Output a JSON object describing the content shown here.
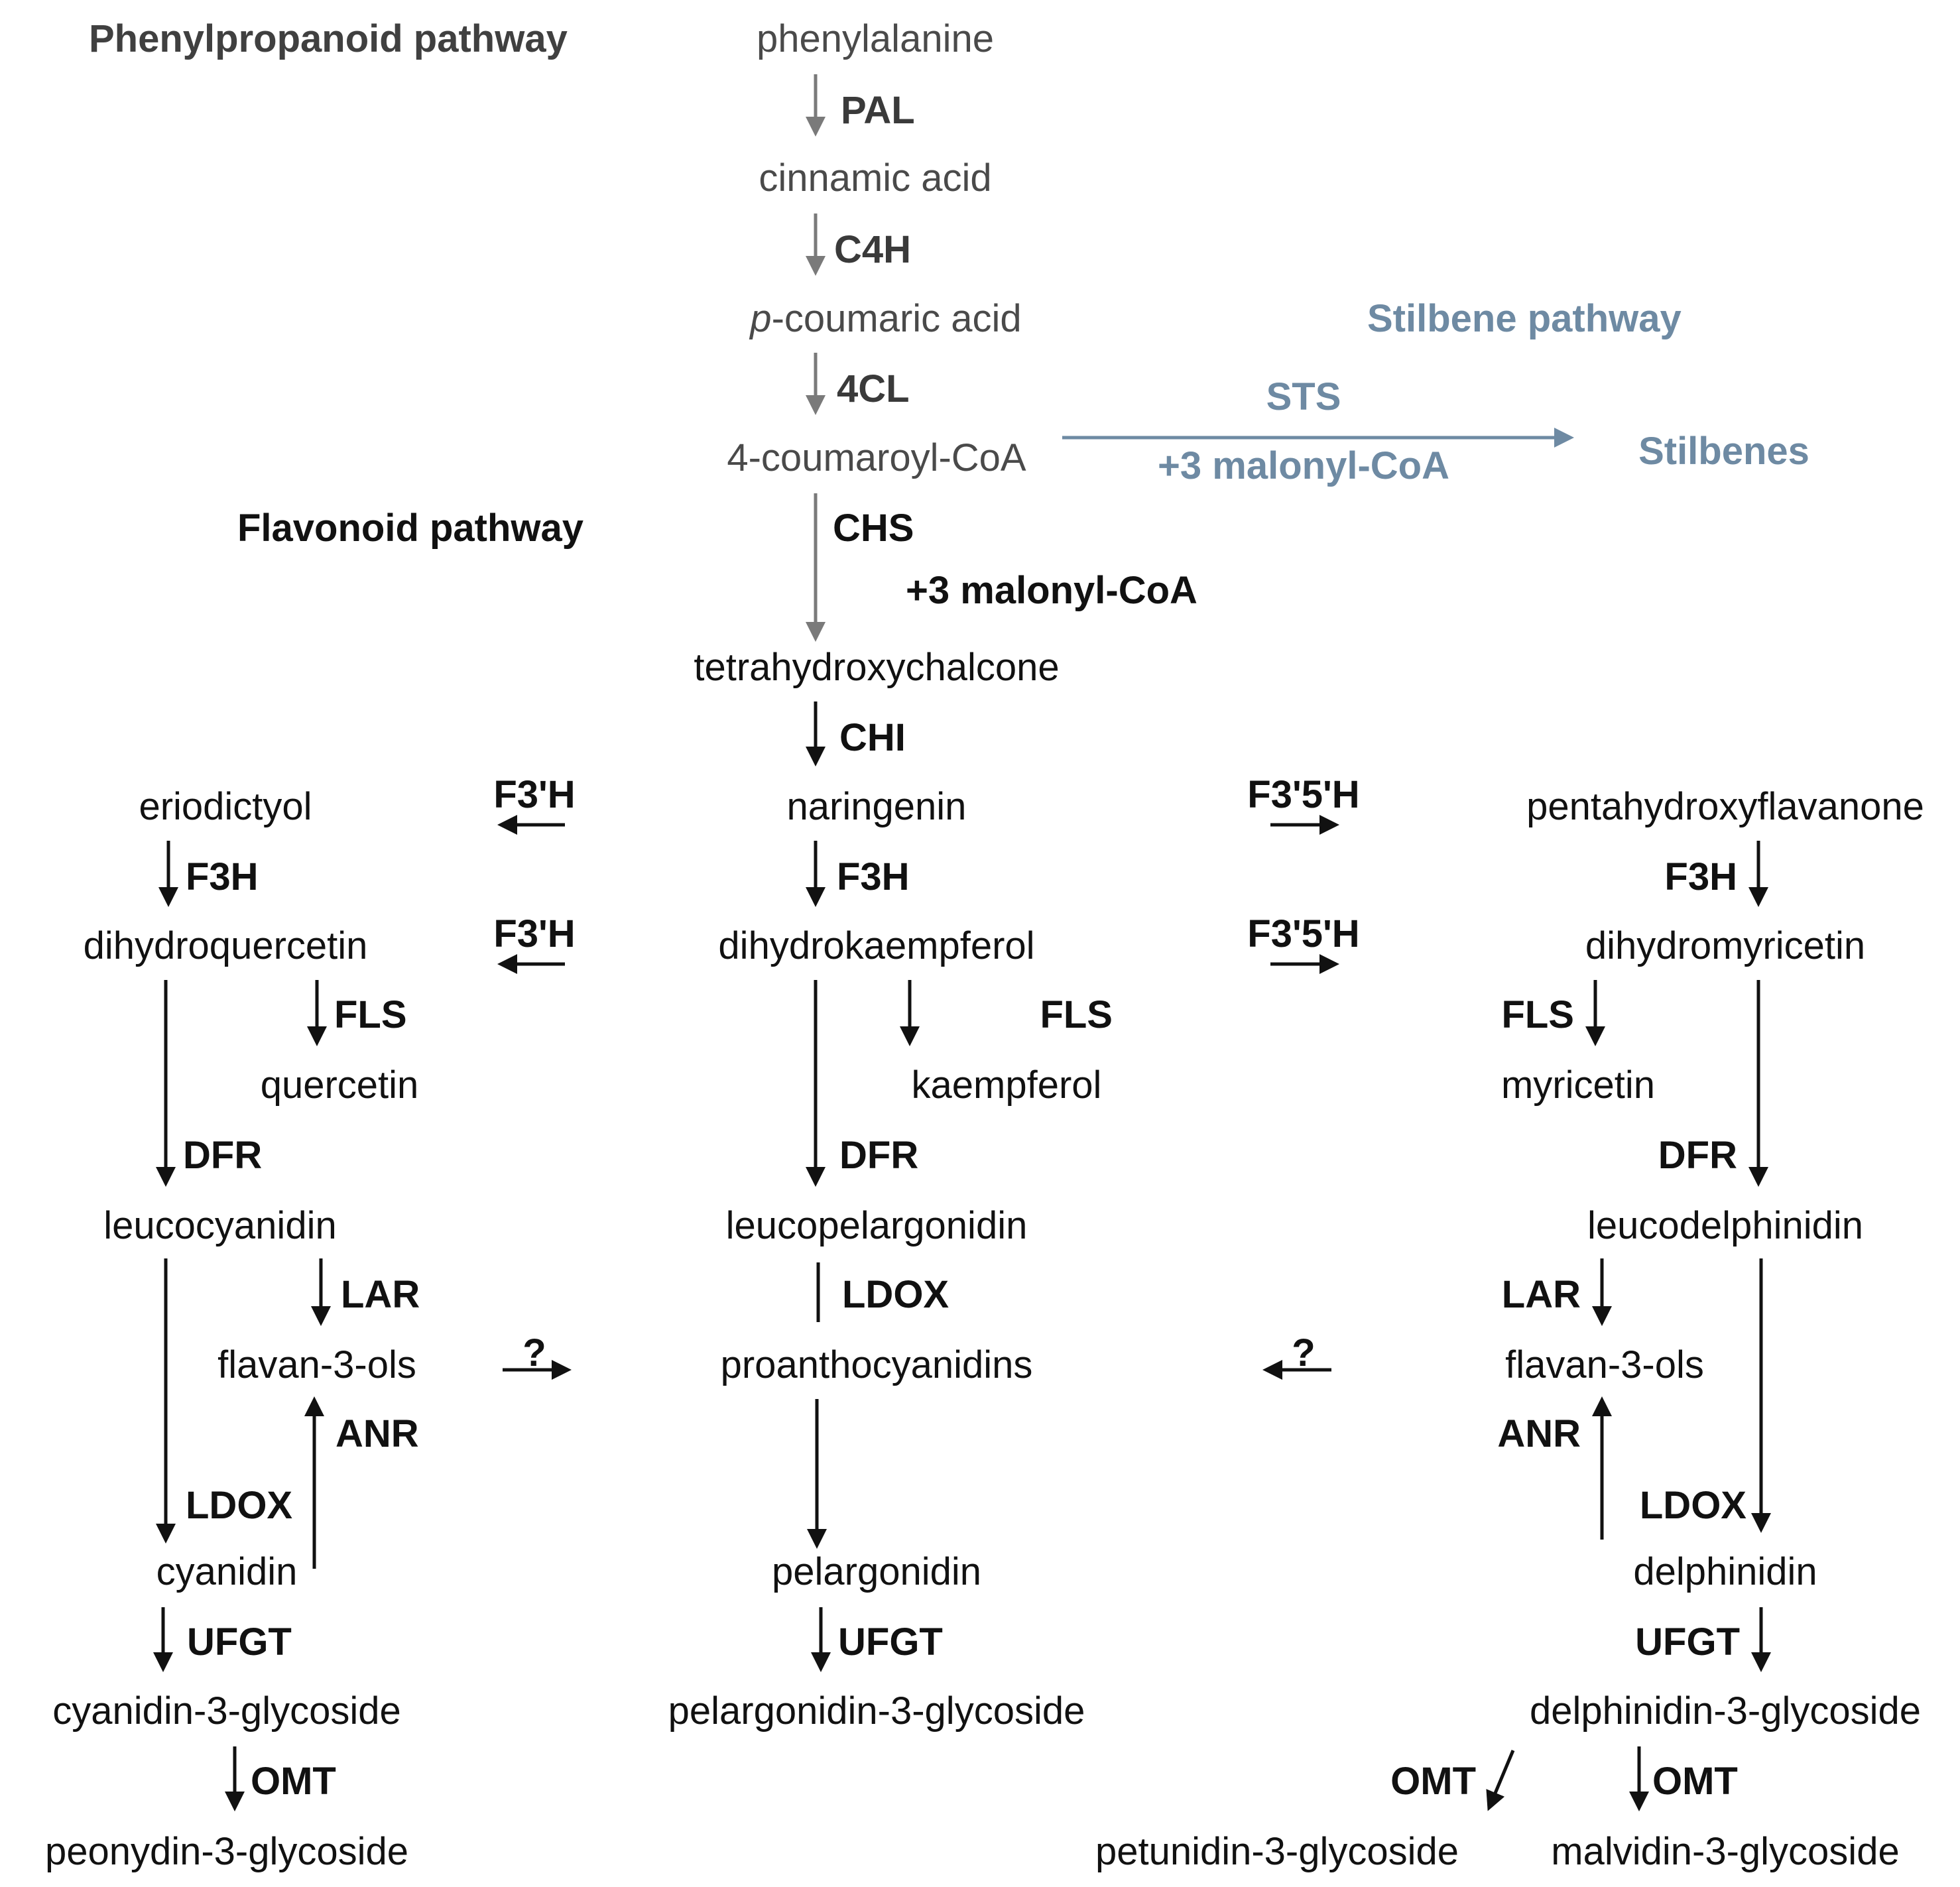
{
  "headings": {
    "phenylpropanoid": "Phenylpropanoid pathway",
    "flavonoid": "Flavonoid pathway",
    "stilbene": "Stilbene pathway"
  },
  "compounds": {
    "phenylalanine": "phenylalanine",
    "cinnamic_acid": "cinnamic acid",
    "p_coumaric_prefix": "p",
    "p_coumaric_rest": "-coumaric acid",
    "coumaroyl_coa": "4-coumaroyl-CoA",
    "stilbenes": "Stilbenes",
    "tetrahydroxychalcone": "tetrahydroxychalcone",
    "naringenin": "naringenin",
    "eriodictyol": "eriodictyol",
    "pentahydroxyflavanone": "pentahydroxyflavanone",
    "dihydroquercetin": "dihydroquercetin",
    "dihydrokaempferol": "dihydrokaempferol",
    "dihydromyricetin": "dihydromyricetin",
    "quercetin": "quercetin",
    "kaempferol": "kaempferol",
    "myricetin": "myricetin",
    "leucocyanidin": "leucocyanidin",
    "leucopelargonidin": "leucopelargonidin",
    "leucodelphinidin": "leucodelphinidin",
    "flavan_left": "flavan-3-ols",
    "proanthocyanidins": "proanthocyanidins",
    "flavan_right": "flavan-3-ols",
    "cyanidin": "cyanidin",
    "pelargonidin": "pelargonidin",
    "delphinidin": "delphinidin",
    "cyanidin_3g": "cyanidin-3-glycoside",
    "pelargonidin_3g": "pelargonidin-3-glycoside",
    "delphinidin_3g": "delphinidin-3-glycoside",
    "peonidin_3g": "peonydin-3-glycoside",
    "petunidin_3g": "petunidin-3-glycoside",
    "malvidin_3g": "malvidin-3-glycoside"
  },
  "enzymes": {
    "pal": "PAL",
    "c4h": "C4H",
    "cl4": "4CL",
    "sts": "STS",
    "sts_malonyl": "+3 malonyl-CoA",
    "chs": "CHS",
    "chs_malonyl": "+3 malonyl-CoA",
    "chi": "CHI",
    "f3h_left": "F3H",
    "f3h_center": "F3H",
    "f3h_right": "F3H",
    "f3ph_top": "F3'H",
    "f3ph_bottom": "F3'H",
    "f35h_top": "F3'5'H",
    "f35h_bottom": "F3'5'H",
    "fls_left": "FLS",
    "fls_center": "FLS",
    "fls_right": "FLS",
    "dfr_left": "DFR",
    "dfr_center": "DFR",
    "dfr_right": "DFR",
    "lar_left": "LAR",
    "lar_right": "LAR",
    "ldox_center": "LDOX",
    "anr_left": "ANR",
    "anr_right": "ANR",
    "ldox_left": "LDOX",
    "ldox_right": "LDOX",
    "q_left": "?",
    "q_right": "?",
    "ufgt_left": "UFGT",
    "ufgt_center": "UFGT",
    "ufgt_right": "UFGT",
    "omt_left": "OMT",
    "omt_pet": "OMT",
    "omt_malv": "OMT"
  },
  "colors": {
    "text": "#111111",
    "gray_text": "#4a4a4a",
    "gray_arrow": "#7a7a7a",
    "stilbene_blue": "#6e8aa3"
  }
}
